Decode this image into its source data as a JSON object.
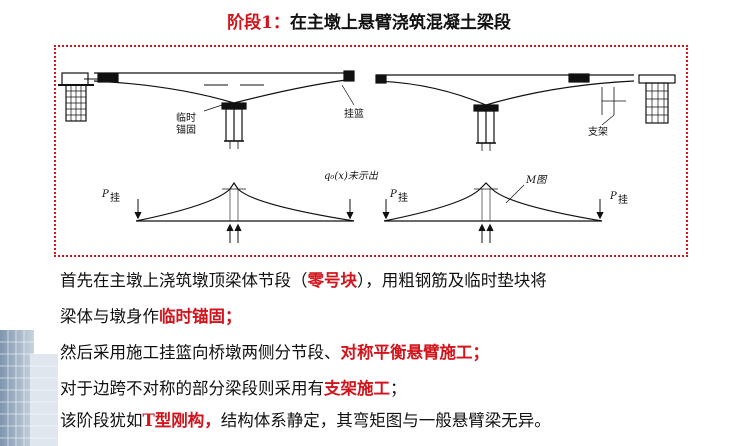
{
  "title": {
    "stage": "阶段1：",
    "text": "在主墩上悬臂浇筑混凝土梁段"
  },
  "figure": {
    "labels": {
      "temp_anchor_1": "临时",
      "temp_anchor_2": "锚固",
      "hanging_basket": "挂篮",
      "support": "支架",
      "q0_note": "q₀(x)未示出",
      "m_diagram": "M图",
      "p_left_1": "P",
      "p_sub_1": "挂",
      "p_left_2": "P",
      "p_sub_2": "挂",
      "p_right_2": "P",
      "p_sub_3": "挂"
    }
  },
  "paragraphs": {
    "p1_a": "首先在主墩上浇筑墩顶梁体节段（",
    "p1_red": "零号块",
    "p1_b": "），用粗钢筋及临时垫块将",
    "p2_a": "梁体与墩身作",
    "p2_red": "临时锚固；",
    "p3_a": "然后采用施工挂篮向桥墩两侧分节段、",
    "p3_red": "对称平衡悬臂施工；",
    "p4_a": "对于边跨不对称的部分梁段则采用有",
    "p4_red": "支架施工",
    "p4_b": "；",
    "p5_a": "该阶段犹如",
    "p5_red": "T型刚构，",
    "p5_b": "结构体系静定，其弯矩图与一般悬臂梁无异。"
  },
  "colors": {
    "accent": "#d2141c",
    "text": "#111111"
  }
}
